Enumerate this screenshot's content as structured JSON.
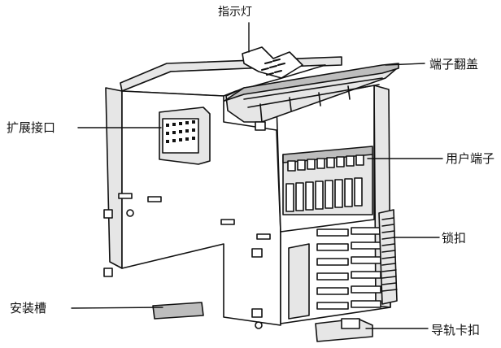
{
  "labels": {
    "indicator": "指示灯",
    "terminal_cover": "端子翻盖",
    "expansion_port": "扩展接口",
    "user_terminal": "用户端子",
    "lock": "锁扣",
    "mounting_slot": "安装槽",
    "rail_clip": "导轨卡扣"
  },
  "colors": {
    "stroke": "#111111",
    "fill_light": "#ffffff",
    "fill_shade": "#e6e6e6",
    "fill_dark": "#bdbdbd"
  }
}
